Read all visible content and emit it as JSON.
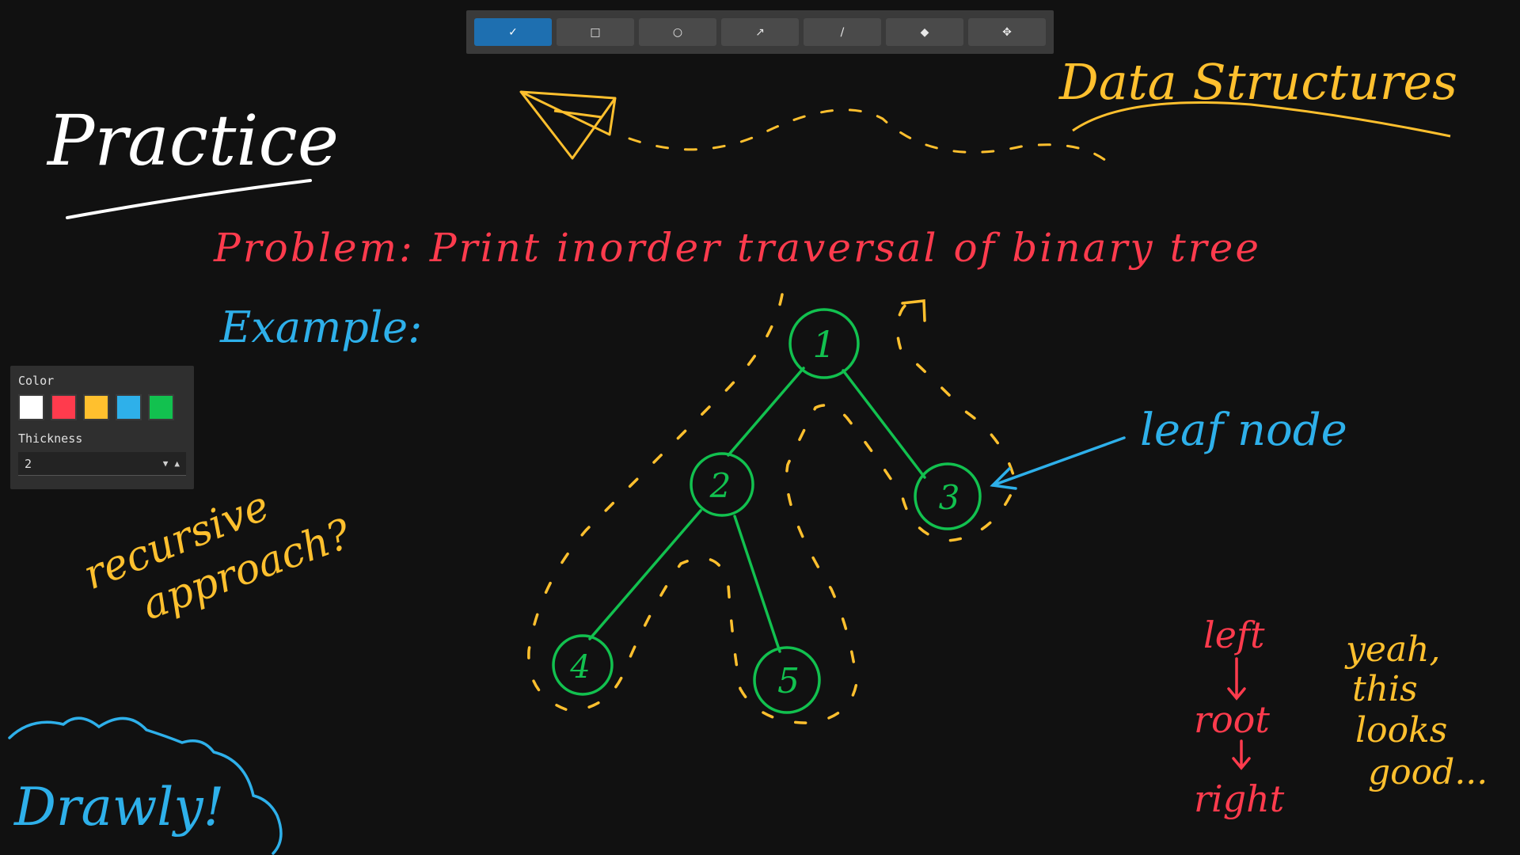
{
  "toolbar": {
    "tools": [
      {
        "id": "pencil",
        "icon": "✓",
        "icon_name": "pencil-icon",
        "active": true
      },
      {
        "id": "rectangle",
        "icon": "□",
        "icon_name": "rectangle-icon",
        "active": false
      },
      {
        "id": "ellipse",
        "icon": "○",
        "icon_name": "ellipse-icon",
        "active": false
      },
      {
        "id": "arrow",
        "icon": "↗",
        "icon_name": "arrow-icon",
        "active": false
      },
      {
        "id": "line",
        "icon": "/",
        "icon_name": "line-icon",
        "active": false
      },
      {
        "id": "eraser",
        "icon": "◆",
        "icon_name": "eraser-icon",
        "active": false
      },
      {
        "id": "move",
        "icon": "✥",
        "icon_name": "move-icon",
        "active": false
      }
    ]
  },
  "panel": {
    "color_label": "Color",
    "thickness_label": "Thickness",
    "thickness_value": "2",
    "swatches": [
      "#ffffff",
      "#ff3b4d",
      "#ffc02e",
      "#2eb0ea",
      "#12c14f"
    ]
  },
  "canvas": {
    "title": "Practice",
    "subject": "Data Structures",
    "problem": "Problem: Print inorder traversal of binary tree",
    "example_label": "Example:",
    "leaf_label": "leaf node",
    "recursive_line1": "recursive",
    "recursive_line2": "approach?",
    "order_left": "left",
    "order_root": "root",
    "order_right": "right",
    "comment_line1": "yeah,",
    "comment_line2": "this",
    "comment_line3": "looks",
    "comment_line4": "good...",
    "app_name": "Drawly!",
    "nodes": [
      "1",
      "2",
      "3",
      "4",
      "5"
    ]
  },
  "colors": {
    "white": "#ffffff",
    "red": "#ff3b4d",
    "yellow": "#ffc02e",
    "blue": "#2eb0ea",
    "green": "#12c14f"
  }
}
